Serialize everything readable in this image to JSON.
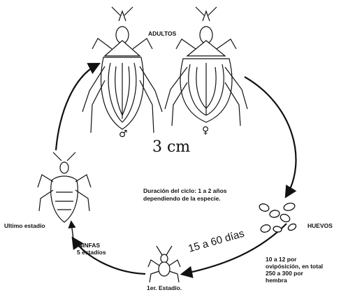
{
  "labels": {
    "adults": "ADULTOS",
    "male_symbol": "♂",
    "female_symbol": "♀",
    "scale": "3   cm",
    "cycle_line1": "Duración del ciclo: 1 a 2 años",
    "cycle_line2": "dependiendo de la especie.",
    "eggs": "HUEVOS",
    "eggs_info_line1": "10   a   12   por",
    "eggs_info_line2": "ovipósición, en total",
    "eggs_info_line3": "250   a   300   por",
    "eggs_info_line4": "hembra",
    "duration": "15 a 60 días",
    "first_instar": "1er. Estadío.",
    "nymphs_line1": "NINFAS",
    "nymphs_line2": "5 estadíos",
    "last_instar": "Ultimo estadío"
  },
  "colors": {
    "ink": "#111111",
    "background": "#ffffff"
  }
}
